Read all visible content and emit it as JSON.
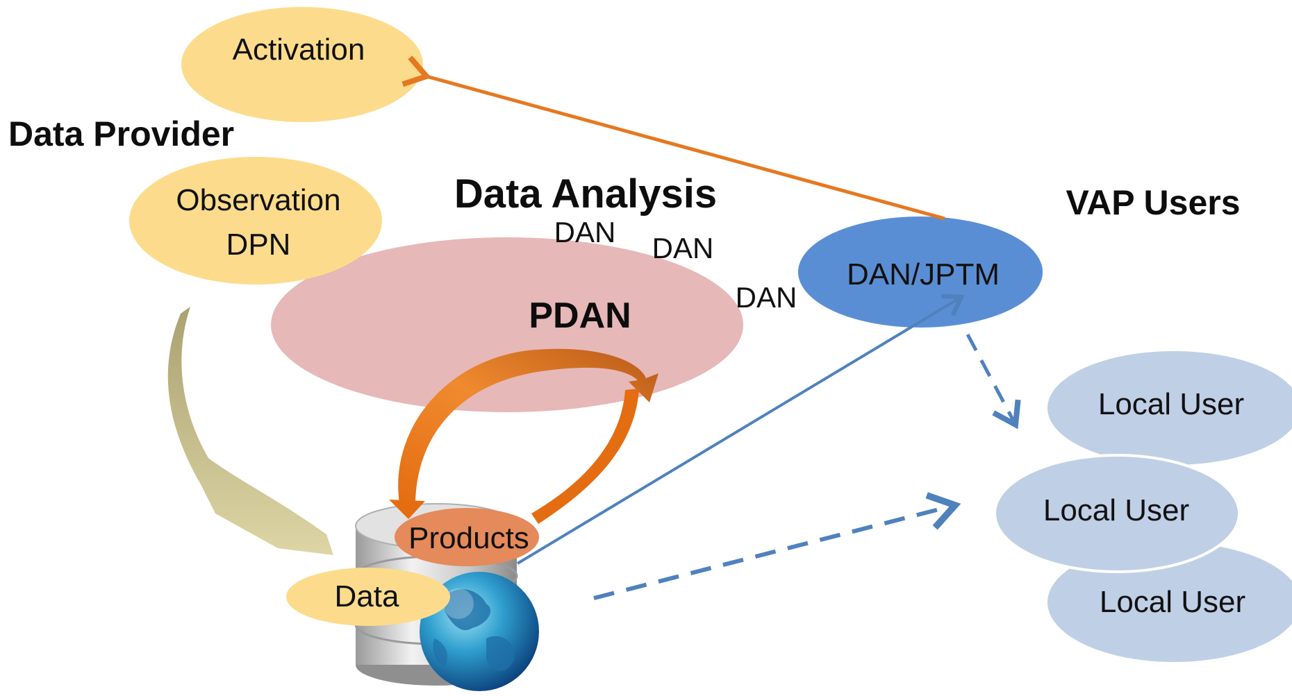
{
  "headings": {
    "data_provider": "Data Provider",
    "data_analysis": "Data Analysis",
    "vap_users": "VAP Users"
  },
  "nodes": {
    "activation": "Activation",
    "observation_line1": "Observation",
    "observation_line2": "DPN",
    "dan_1": "DAN",
    "dan_2": "DAN",
    "dan_3": "DAN",
    "pdan": "PDAN",
    "dan_jptm": "DAN/JPTM",
    "products": "Products",
    "data": "Data",
    "local_user_1": "Local User",
    "local_user_2": "Local User",
    "local_user_3": "Local User"
  },
  "colors": {
    "provider_fill": "#fcdc8c",
    "analysis_fill": "#e6b8b8",
    "jptm_fill": "#5a8ed4",
    "local_user_fill": "#bfcfe6",
    "products_fill": "#e58a5a",
    "arrow_orange": "#e67820",
    "arrow_blue": "#4f81bd",
    "feed_olive": "#cfc48f"
  }
}
